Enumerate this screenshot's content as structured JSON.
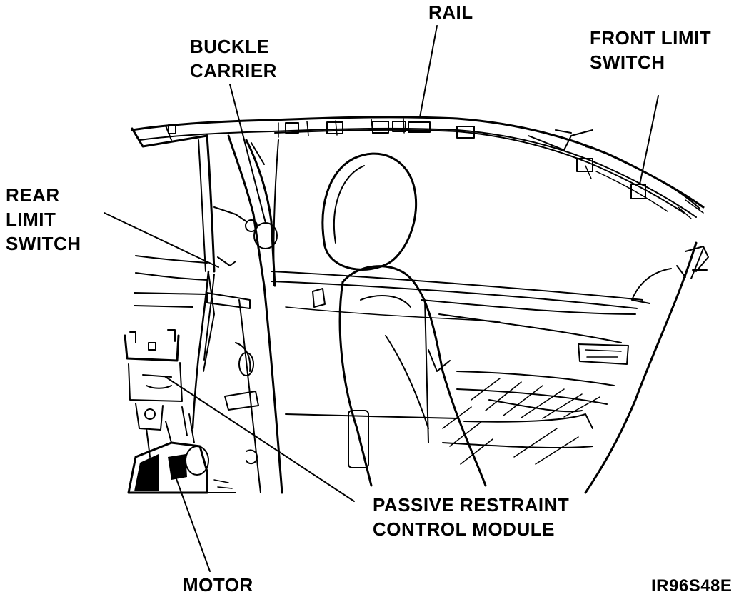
{
  "labels": {
    "rail": "RAIL",
    "front_limit_switch": [
      "FRONT LIMIT",
      "SWITCH"
    ],
    "buckle_carrier": [
      "BUCKLE",
      "CARRIER"
    ],
    "rear_limit_switch": [
      "REAR",
      "LIMIT",
      "SWITCH"
    ],
    "passive_restraint_control_module": [
      "PASSIVE RESTRAINT",
      "CONTROL MODULE"
    ],
    "motor": "MOTOR"
  },
  "figure_code": "IR96S48E",
  "colors": {
    "ink": "#000000",
    "paper": "#ffffff"
  }
}
